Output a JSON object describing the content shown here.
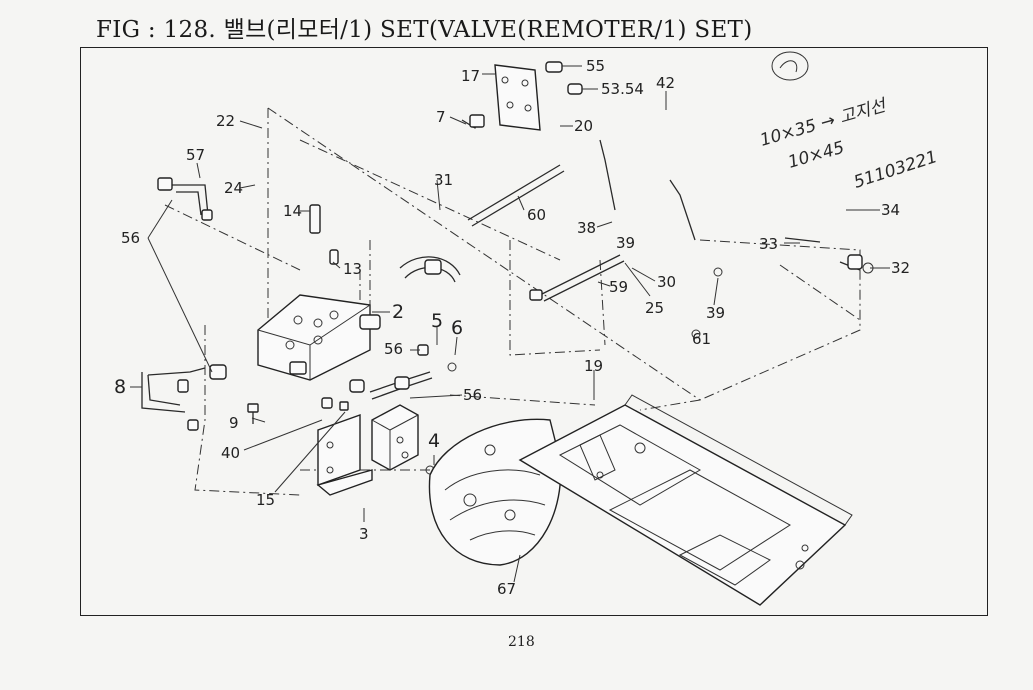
{
  "figure": {
    "title": "FIG : 128. 밸브(리모터/1) SET(VALVE(REMOTER/1) SET)",
    "page_number": "218"
  },
  "callouts": {
    "c17": "17",
    "c55": "55",
    "c5354": "53.54",
    "c42": "42",
    "c7": "7",
    "c20": "20",
    "c22": "22",
    "c57": "57",
    "c24": "24",
    "c31": "31",
    "c60": "60",
    "c14": "14",
    "c13": "13",
    "c56a": "56",
    "c38": "38",
    "c39a": "39",
    "c33": "33",
    "c34": "34",
    "c32": "32",
    "c30": "30",
    "c59": "59",
    "c25": "25",
    "c39b": "39",
    "c61": "61",
    "c2": "2",
    "c5": "5",
    "c6": "6",
    "c56b": "56",
    "c19": "19",
    "c8": "8",
    "c56c": "56",
    "c9": "9",
    "c40": "40",
    "c4": "4",
    "c15": "15",
    "c3": "3",
    "c67": "67"
  },
  "handwritten_notes": {
    "note1": "10×35 → 고지선",
    "note2": "10×45",
    "note3": "51103221"
  }
}
